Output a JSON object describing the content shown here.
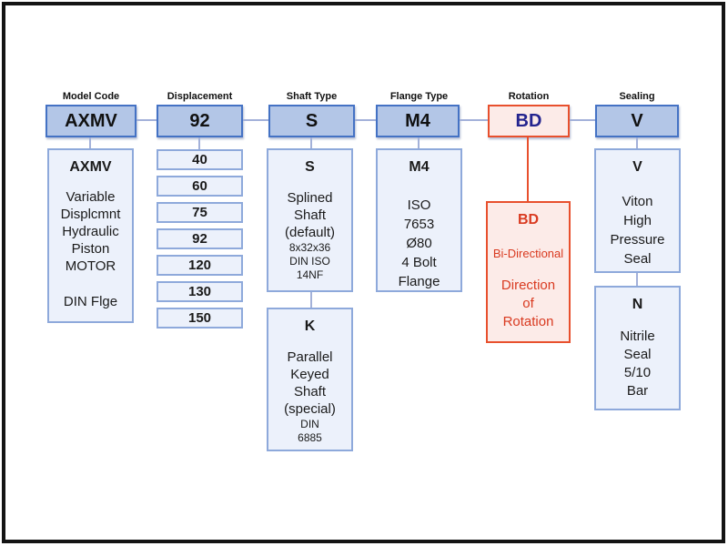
{
  "columns": [
    {
      "label": "Model Code",
      "header": "AXMV",
      "detail": {
        "heading": "AXMV",
        "text": "Variable\nDisplcmnt\nHydraulic\nPiston\nMOTOR",
        "footer": "DIN Flge"
      }
    },
    {
      "label": "Displacement",
      "header": "92",
      "options": [
        "40",
        "60",
        "75",
        "92",
        "120",
        "130",
        "150"
      ]
    },
    {
      "label": "Shaft Type",
      "header": "S",
      "primary": {
        "heading": "S",
        "text": "Splined\nShaft\n(default)",
        "small": "8x32x36\nDIN ISO\n14NF"
      },
      "secondary": {
        "heading": "K",
        "text": "Parallel\nKeyed\nShaft\n(special)",
        "small": "DIN\n6885"
      }
    },
    {
      "label": "Flange Type",
      "header": "M4",
      "detail": {
        "heading": "M4",
        "text": "ISO\n7653\nØ80\n4 Bolt\nFlange"
      }
    },
    {
      "label": "Rotation",
      "header": "BD",
      "detail": {
        "heading": "BD",
        "subtext": "Bi-Directional",
        "text": "Direction\nof\nRotation"
      }
    },
    {
      "label": "Sealing",
      "header": "V",
      "primary": {
        "heading": "V",
        "text": "Viton\nHigh\nPressure\nSeal"
      },
      "secondary": {
        "heading": "N",
        "text": "Nitrile\nSeal\n5/10\nBar"
      }
    }
  ],
  "colors": {
    "header_fill": "#b3c6e7",
    "header_border": "#4472c4",
    "body_fill": "#ecf1fb",
    "body_border": "#8ea9db",
    "connector": "#a3b1d9",
    "rotation_fill": "#fcebe8",
    "rotation_border": "#e8502d",
    "rotation_text": "#d93a20",
    "rotation_code_text": "#24248f",
    "frame_border": "#141414"
  }
}
